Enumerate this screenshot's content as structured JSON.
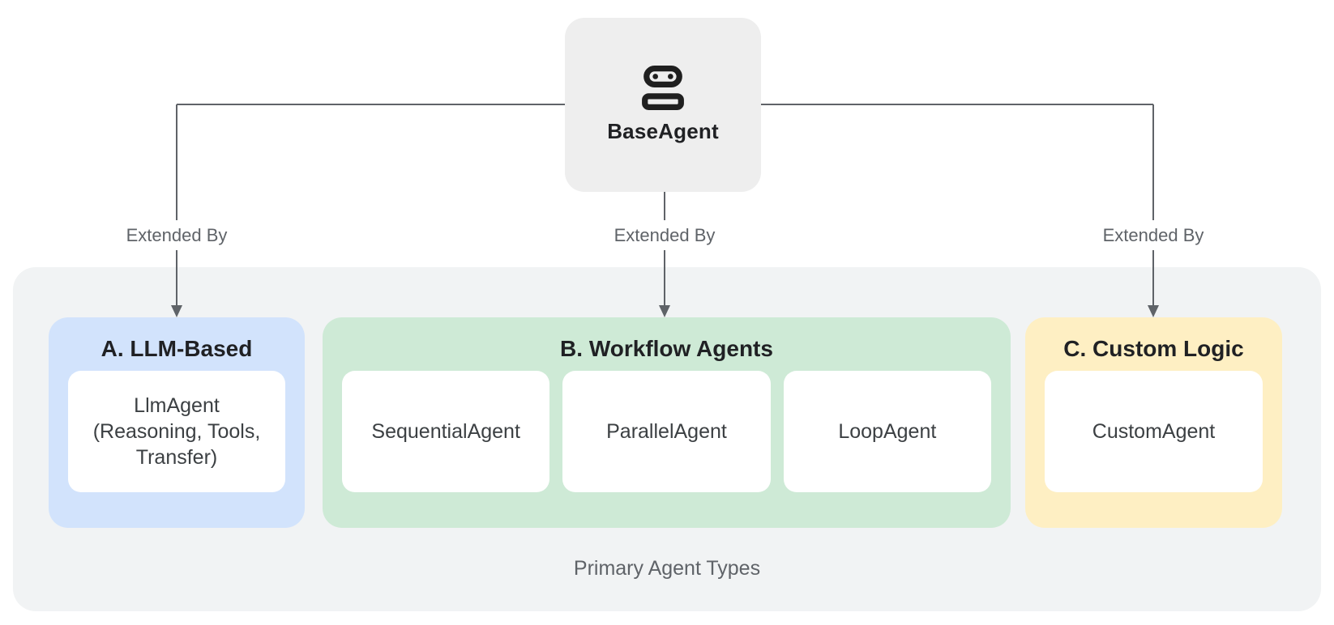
{
  "root_node": {
    "label": "BaseAgent",
    "icon": "robot-icon"
  },
  "edges": [
    {
      "label": "Extended By"
    },
    {
      "label": "Extended By"
    },
    {
      "label": "Extended By"
    }
  ],
  "groups": [
    {
      "title": "A. LLM-Based",
      "color": "#d2e3fc",
      "cards": [
        {
          "label": "LlmAgent\n(Reasoning, Tools,\nTransfer)"
        }
      ]
    },
    {
      "title": "B. Workflow Agents",
      "color": "#ceead6",
      "cards": [
        {
          "label": "SequentialAgent"
        },
        {
          "label": "ParallelAgent"
        },
        {
          "label": "LoopAgent"
        }
      ]
    },
    {
      "title": "C. Custom Logic",
      "color": "#feefc3",
      "cards": [
        {
          "label": "CustomAgent"
        }
      ]
    }
  ],
  "container": {
    "caption": "Primary Agent Types"
  },
  "colors": {
    "background": "#ffffff",
    "root_node_bg": "#eeeeee",
    "container_bg": "#f1f3f4",
    "llm_group_bg": "#d2e3fc",
    "workflow_group_bg": "#ceead6",
    "custom_group_bg": "#feefc3",
    "card_bg": "#ffffff",
    "connector": "#5f6368",
    "text_primary": "#202124",
    "text_secondary": "#5f6368"
  }
}
